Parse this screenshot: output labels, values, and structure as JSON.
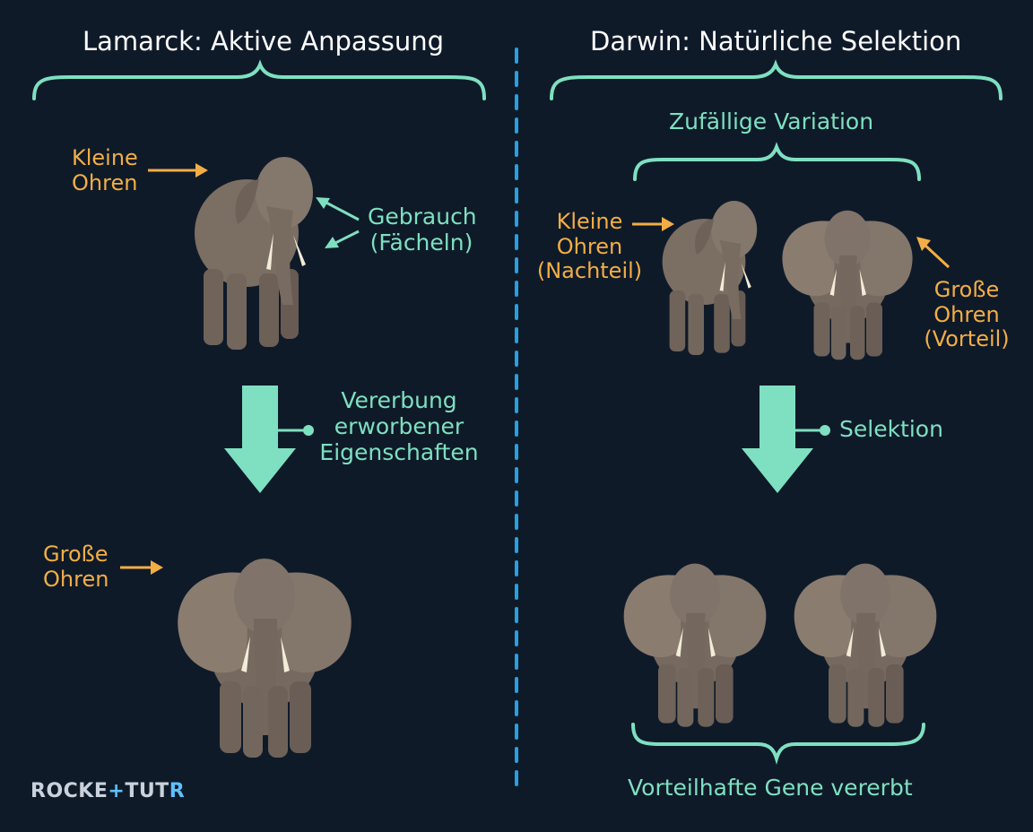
{
  "left": {
    "title": "Lamarck: Aktive Anpassung",
    "label_small_ears": "Kleine\nOhren",
    "label_use": "Gebrauch\n(Fächeln)",
    "label_inheritance": "Vererbung\nerworbener\nEigenschaften",
    "label_big_ears": "Große\nOhren"
  },
  "right": {
    "title": "Darwin: Natürliche Selektion",
    "label_variation": "Zufällige Variation",
    "label_small_ears": "Kleine\nOhren\n(Nachteil)",
    "label_big_ears": "Große\nOhren\n(Vorteil)",
    "label_selection": "Selektion",
    "label_inherited": "Vorteilhafte Gene vererbt"
  },
  "brand": {
    "part1": "ROCKE",
    "plus": "+",
    "part2": "TUT",
    "part3": "R"
  },
  "colors": {
    "background": "#0f1a29",
    "teal": "#7ee0c0",
    "orange": "#f2ae45",
    "divider": "#2a9fe0",
    "elephant": "#7d7065"
  }
}
